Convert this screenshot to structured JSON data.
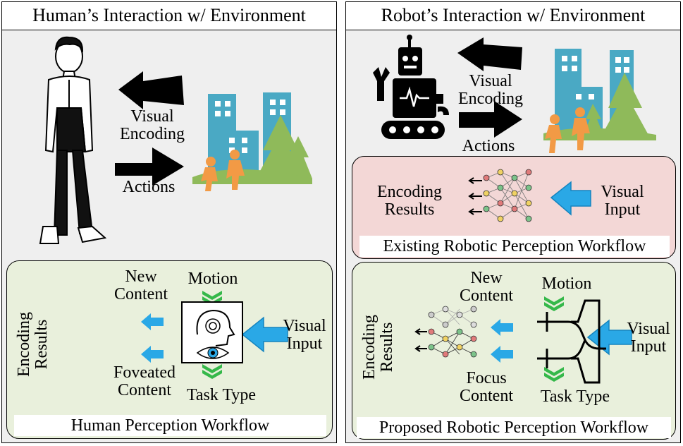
{
  "left_panel": {
    "title": "Human’s Interaction w/ Environment",
    "visual_encoding": [
      "Visual",
      "Encoding"
    ],
    "actions": "Actions",
    "workflow": {
      "caption": "Human Perception Workflow",
      "encoding_results": [
        "Encoding",
        "Results"
      ],
      "new_content": [
        "New",
        "Content"
      ],
      "motion": "Motion",
      "foveated_content": [
        "Foveated",
        "Content"
      ],
      "task_type": "Task Type",
      "visual_input": [
        "Visual",
        "Input"
      ]
    }
  },
  "right_panel": {
    "title": "Robot’s Interaction w/ Environment",
    "visual_encoding": [
      "Visual",
      "Encoding"
    ],
    "actions": "Actions",
    "existing": {
      "caption": "Existing Robotic Perception Workflow",
      "encoding_results": [
        "Encoding",
        "Results"
      ],
      "visual_input": [
        "Visual",
        "Input"
      ]
    },
    "proposed": {
      "caption": "Proposed Robotic Perception Workflow",
      "encoding_results": [
        "Encoding",
        "Results"
      ],
      "new_content": [
        "New",
        "Content"
      ],
      "motion": "Motion",
      "focus_content": [
        "Focus",
        "Content"
      ],
      "task_type": "Task Type",
      "visual_input": [
        "Visual",
        "Input"
      ]
    }
  },
  "colors": {
    "panel_bg": "#efefef",
    "green_box": "#e9f0dc",
    "pink_box": "#f3d7d6",
    "building": "#4aa9c4",
    "tree": "#8fba5a",
    "person": "#f29a45",
    "blue_arrow": "#2aa8e6",
    "chevron": "#35b84a",
    "brain": "#f0a3a0"
  },
  "icons": [
    "human-figure-icon",
    "robot-icon",
    "city-scene-icon",
    "brain-icon",
    "head-eye-icon",
    "neural-network-icon",
    "switch-network-icon"
  ]
}
